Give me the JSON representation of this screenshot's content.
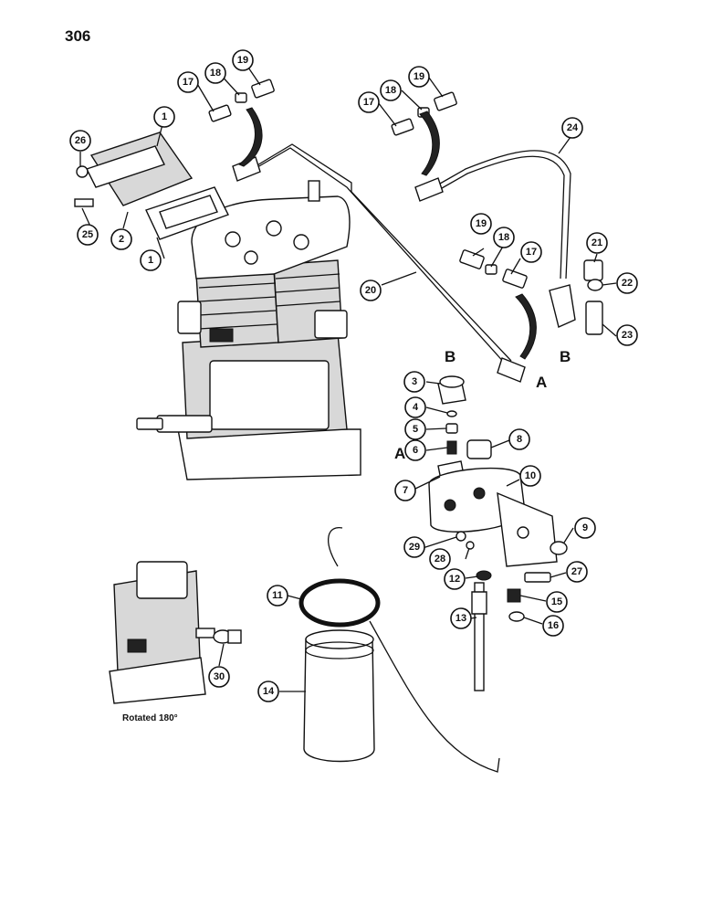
{
  "page_number": "306",
  "caption": "Rotated 180°",
  "letters": {
    "a_top": "A",
    "a_left": "A",
    "b_top": "B",
    "b_right": "B"
  },
  "callouts": [
    "1",
    "1",
    "2",
    "17",
    "18",
    "19",
    "17",
    "18",
    "19",
    "19",
    "18",
    "17",
    "20",
    "21",
    "22",
    "23",
    "24",
    "25",
    "26",
    "3",
    "4",
    "5",
    "6",
    "7",
    "8",
    "9",
    "10",
    "11",
    "12",
    "13",
    "14",
    "15",
    "16",
    "27",
    "28",
    "29",
    "30"
  ]
}
